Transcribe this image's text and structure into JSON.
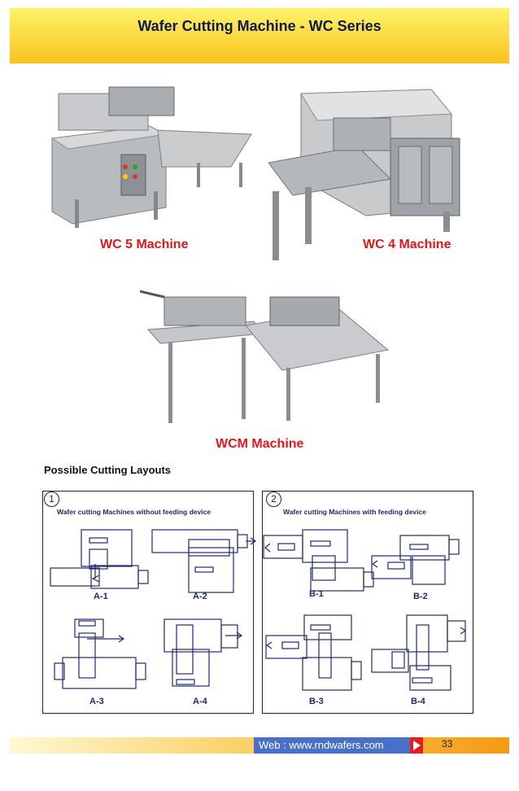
{
  "header": {
    "title": "Wafer Cutting Machine - WC Series"
  },
  "photos": [
    {
      "caption": "WC 5 Machine"
    },
    {
      "caption": "WC 4 Machine"
    },
    {
      "caption": "WCM Machine"
    }
  ],
  "layouts": {
    "heading": "Possible Cutting Layouts",
    "panels": [
      {
        "number": "1",
        "title": "Wafer cutting Machines without feeding device",
        "diagrams": [
          "A-1",
          "A-2",
          "A-3",
          "A-4"
        ]
      },
      {
        "number": "2",
        "title": "Wafer cutting Machines with feeding device",
        "diagrams": [
          "B-1",
          "B-2",
          "B-3",
          "B-4"
        ]
      }
    ]
  },
  "footer": {
    "web": "Web : www.rndwafers.com",
    "page": "33"
  },
  "colors": {
    "header_gradient": [
      "#fff36a",
      "#f8c21c"
    ],
    "caption_red": "#e2171a",
    "diagram_blue": "#1f2a6e",
    "web_blue": "#4a6fc8"
  }
}
